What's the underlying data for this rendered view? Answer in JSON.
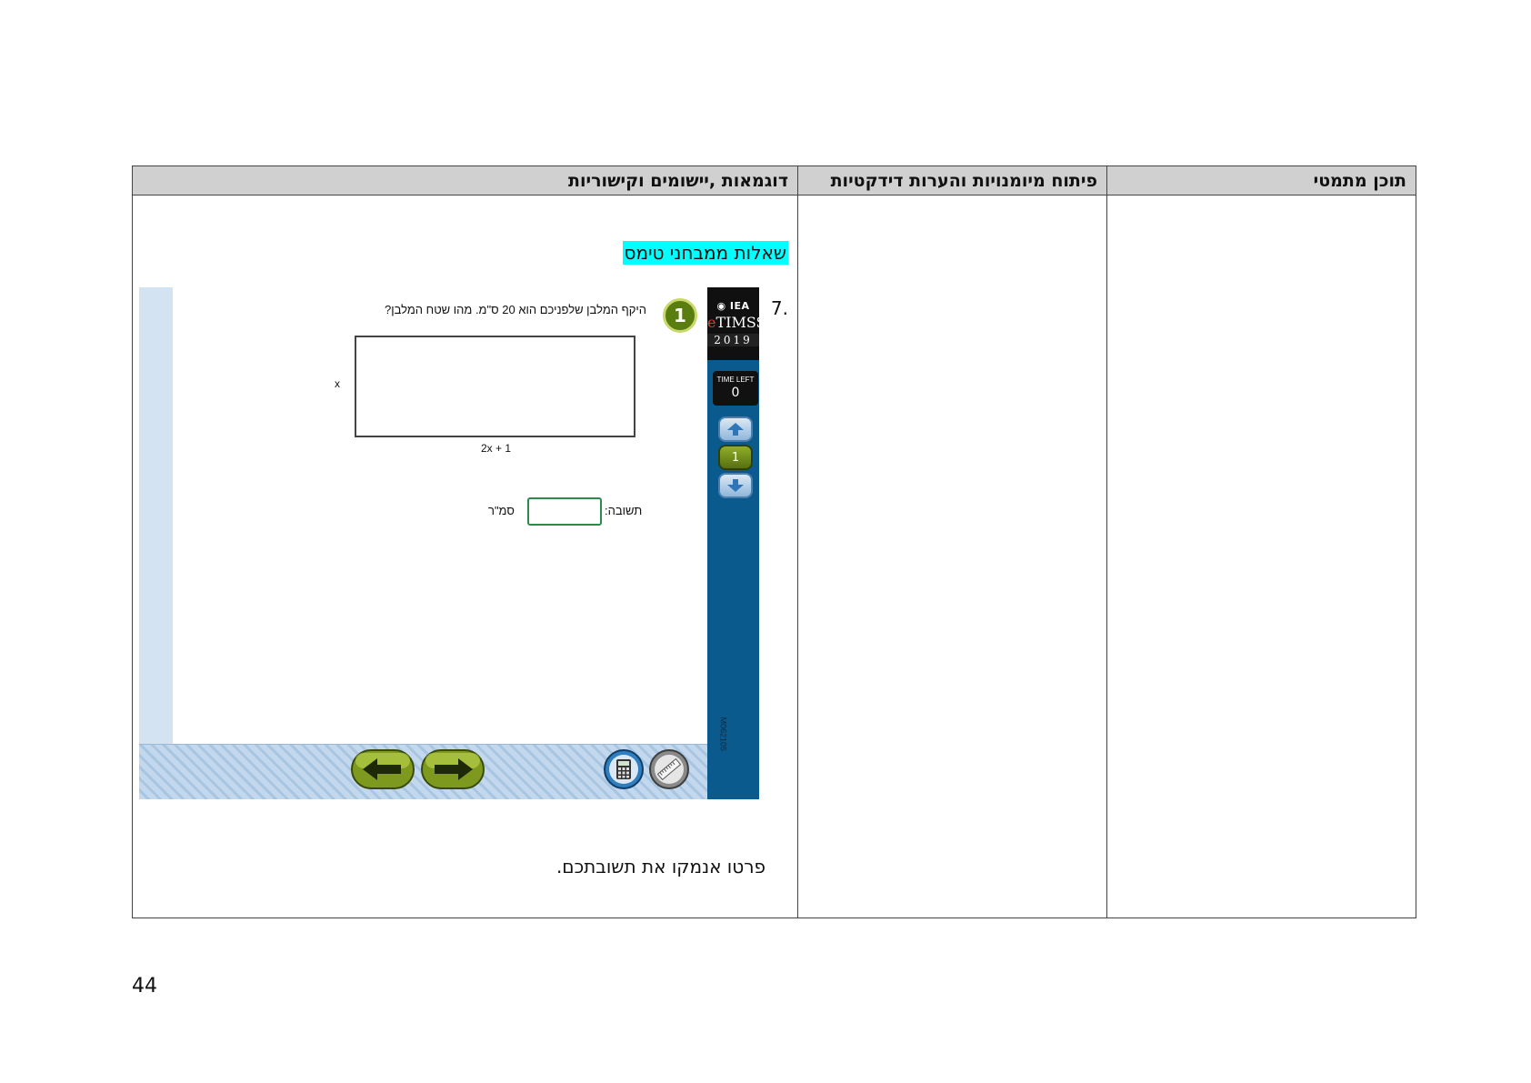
{
  "table": {
    "headers": {
      "math_content": "תוכן מתמטי",
      "skills_notes": "פיתוח מיומנויות והערות דידקטיות",
      "examples": "דוגמאות ,יישומים וקישוריות"
    },
    "examples": {
      "section_title": "שאלות ממבחני טימס",
      "question_number": ".7",
      "after_text": "פרטו אנמקו את תשובתכם."
    }
  },
  "etimss": {
    "logo_iea": "IEA",
    "logo_e": "e",
    "logo_timss": "TIMSS",
    "logo_year": "2019",
    "time_left_label": "TIME LEFT",
    "time_left_value": "0",
    "current_item": "1",
    "item_code": "M062105",
    "question_badge": "1",
    "question_text": "היקף המלבן שלפניכם הוא 20 ס\"מ. מהו שטח המלבן?",
    "side_label": "x",
    "bottom_label": "2x + 1",
    "answer_label": "תשובה:",
    "answer_unit": "סמ\"ר",
    "answer_value": ""
  },
  "page_number": "44"
}
